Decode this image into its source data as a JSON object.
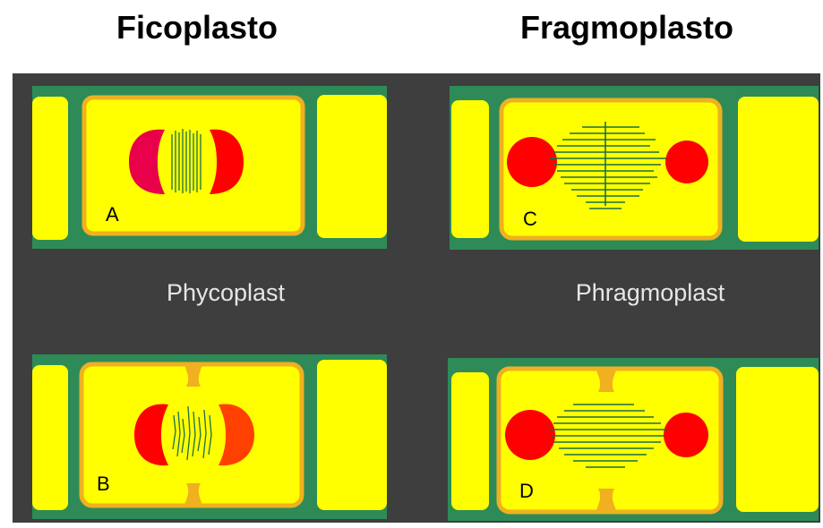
{
  "header": {
    "left_title": "Ficoplasto",
    "right_title": "Fragmoplasto"
  },
  "labels": {
    "left": "Phycoplast",
    "right": "Phragmoplast"
  },
  "cells": [
    {
      "id": "A",
      "label": "A"
    },
    {
      "id": "B",
      "label": "B"
    },
    {
      "id": "C",
      "label": "C"
    },
    {
      "id": "D",
      "label": "D"
    }
  ],
  "colors": {
    "background": "#3e3e3e",
    "cell_wall": "#2e8b57",
    "cytoplasm": "#ffff00",
    "membrane": "#f0b020",
    "nucleus": "#ff0000",
    "nucleus_dark": "#e8004a",
    "nucleus_orange": "#ff4000",
    "microtubule": "#1a6e4a"
  }
}
